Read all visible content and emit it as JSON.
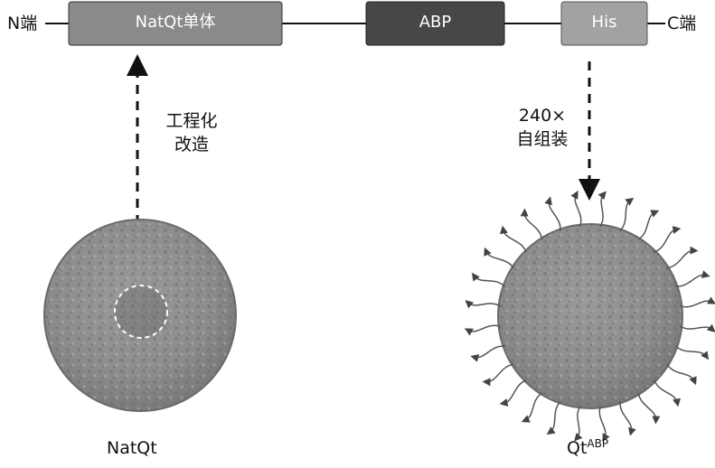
{
  "construct": {
    "n_terminus": "N端",
    "c_terminus": "C端",
    "segment_monomer": "NatQt单体",
    "segment_abp": "ABP",
    "segment_his": "His",
    "colors": {
      "monomer": "#8a8a8a",
      "abp": "#474747",
      "his": "#a2a2a2",
      "text": "#ffffff"
    }
  },
  "arrows": {
    "left_line1": "工程化",
    "left_line2": "改造",
    "right_line1": "240×",
    "right_line2": "自组装"
  },
  "particles": {
    "left_label": "NatQt",
    "right_label_main": "Qt",
    "right_label_sup": "ABP"
  }
}
